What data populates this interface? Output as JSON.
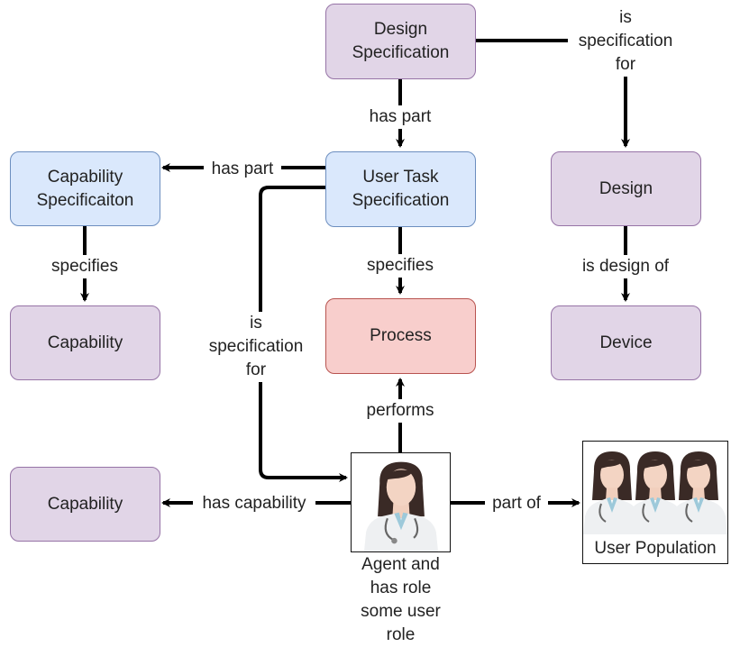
{
  "nodes": {
    "design_specification": "Design\nSpecification",
    "user_task_specification": "User Task\nSpecification",
    "capability_specification": "Capability\nSpecificaiton",
    "design": "Design",
    "capability_top": "Capability",
    "process": "Process",
    "device": "Device",
    "capability_bottom": "Capability",
    "agent_caption": "Agent and\nhas role\nsome user\nrole",
    "user_population_caption": "User Population"
  },
  "edges": {
    "design_spec_has_part": "has part",
    "design_spec_is_specification_for": "is\nspecification\nfor",
    "user_task_has_part": "has part",
    "capability_spec_specifies": "specifies",
    "user_task_specifies": "specifies",
    "design_is_design_of": "is design of",
    "user_task_is_specification_for": "is\nspecification\nfor",
    "agent_performs": "performs",
    "agent_has_capability": "has capability",
    "agent_part_of": "part of"
  },
  "icons": {
    "agent": "female-doctor-icon",
    "population": "female-doctor-icon"
  },
  "colors": {
    "purple_fill": "#e1d5e7",
    "purple_stroke": "#9673a6",
    "blue_fill": "#dae8fc",
    "blue_stroke": "#6c8ebf",
    "red_fill": "#f8cecc",
    "red_stroke": "#b85450",
    "edge": "#000000"
  }
}
